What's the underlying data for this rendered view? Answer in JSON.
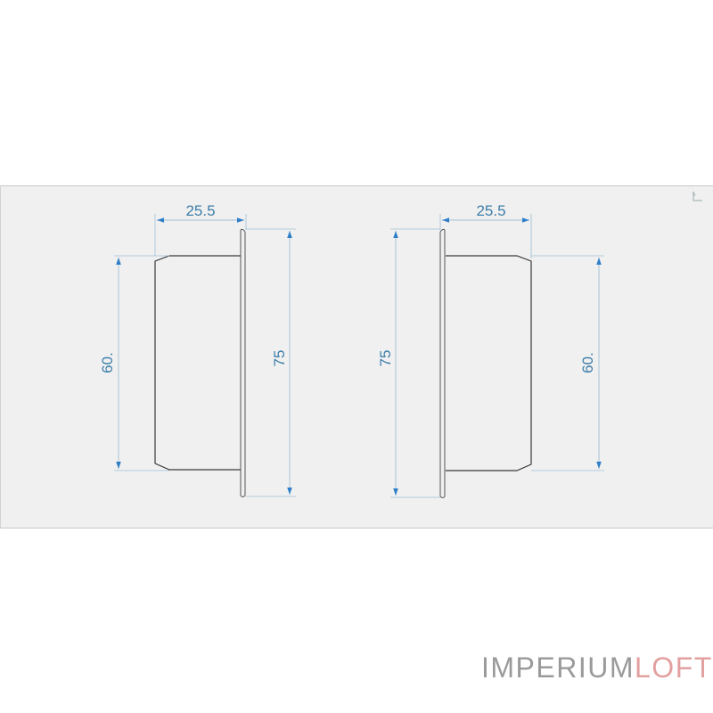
{
  "drawing": {
    "title": "Profile cross-section technical drawing",
    "line_color": "#3a3a3a",
    "dimension_color": "#3d7eaa",
    "dimension_arrow_color": "#2f7fc8",
    "left_view": {
      "width_dim": "25.5",
      "inner_height_dim": "60.",
      "flange_height_dim": "75"
    },
    "right_view": {
      "width_dim": "25.5",
      "flange_height_dim": "75",
      "inner_height_dim": "60."
    }
  },
  "logo": {
    "part1": "IMPERIUM",
    "part2": "LOFT",
    "part1_color": "#9a9a9a",
    "part2_color": "#e3a0a0"
  },
  "icons": {
    "corner": "axis-corner-icon"
  }
}
